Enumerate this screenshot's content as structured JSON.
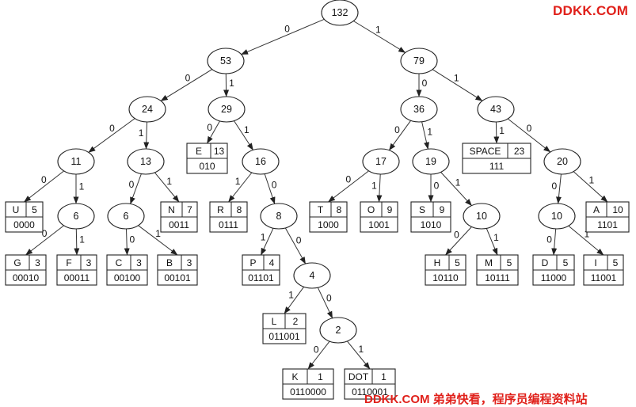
{
  "watermarks": {
    "top": "DDKK.COM",
    "bottom": "DDKK.COM 弟弟快看，程序员编程资料站"
  },
  "tree": {
    "internal_nodes": [
      {
        "id": "n132",
        "label": "132"
      },
      {
        "id": "n53",
        "label": "53"
      },
      {
        "id": "n79",
        "label": "79"
      },
      {
        "id": "n24",
        "label": "24"
      },
      {
        "id": "n29",
        "label": "29"
      },
      {
        "id": "n36",
        "label": "36"
      },
      {
        "id": "n43",
        "label": "43"
      },
      {
        "id": "n11",
        "label": "11"
      },
      {
        "id": "n13",
        "label": "13"
      },
      {
        "id": "n16",
        "label": "16"
      },
      {
        "id": "n17",
        "label": "17"
      },
      {
        "id": "n19",
        "label": "19"
      },
      {
        "id": "n20",
        "label": "20"
      },
      {
        "id": "n6a",
        "label": "6"
      },
      {
        "id": "n6b",
        "label": "6"
      },
      {
        "id": "n8",
        "label": "8"
      },
      {
        "id": "n10a",
        "label": "10"
      },
      {
        "id": "n10b",
        "label": "10"
      },
      {
        "id": "n4",
        "label": "4"
      },
      {
        "id": "n2",
        "label": "2"
      }
    ],
    "leaves": [
      {
        "id": "lU",
        "symbol": "U",
        "weight": "5",
        "code": "0000"
      },
      {
        "id": "lG",
        "symbol": "G",
        "weight": "3",
        "code": "00010"
      },
      {
        "id": "lF",
        "symbol": "F",
        "weight": "3",
        "code": "00011"
      },
      {
        "id": "lC",
        "symbol": "C",
        "weight": "3",
        "code": "00100"
      },
      {
        "id": "lB",
        "symbol": "B",
        "weight": "3",
        "code": "00101"
      },
      {
        "id": "lN",
        "symbol": "N",
        "weight": "7",
        "code": "0011"
      },
      {
        "id": "lE",
        "symbol": "E",
        "weight": "13",
        "code": "010"
      },
      {
        "id": "lR",
        "symbol": "R",
        "weight": "8",
        "code": "0111"
      },
      {
        "id": "lP",
        "symbol": "P",
        "weight": "4",
        "code": "01101"
      },
      {
        "id": "lL",
        "symbol": "L",
        "weight": "2",
        "code": "011001"
      },
      {
        "id": "lK",
        "symbol": "K",
        "weight": "1",
        "code": "0110000"
      },
      {
        "id": "lDOT",
        "symbol": "DOT",
        "weight": "1",
        "code": "0110001"
      },
      {
        "id": "lT",
        "symbol": "T",
        "weight": "8",
        "code": "1000"
      },
      {
        "id": "lO",
        "symbol": "O",
        "weight": "9",
        "code": "1001"
      },
      {
        "id": "lS",
        "symbol": "S",
        "weight": "9",
        "code": "1010"
      },
      {
        "id": "lH",
        "symbol": "H",
        "weight": "5",
        "code": "10110"
      },
      {
        "id": "lM",
        "symbol": "M",
        "weight": "5",
        "code": "10111"
      },
      {
        "id": "lSPACE",
        "symbol": "SPACE",
        "weight": "23",
        "code": "111"
      },
      {
        "id": "lD",
        "symbol": "D",
        "weight": "5",
        "code": "11000"
      },
      {
        "id": "lI",
        "symbol": "I",
        "weight": "5",
        "code": "11001"
      },
      {
        "id": "lA",
        "symbol": "A",
        "weight": "10",
        "code": "1101"
      }
    ],
    "edges": [
      {
        "from": "n132",
        "to": "n53",
        "bit": "0"
      },
      {
        "from": "n132",
        "to": "n79",
        "bit": "1"
      },
      {
        "from": "n53",
        "to": "n24",
        "bit": "0"
      },
      {
        "from": "n53",
        "to": "n29",
        "bit": "1"
      },
      {
        "from": "n24",
        "to": "n11",
        "bit": "0"
      },
      {
        "from": "n24",
        "to": "n13",
        "bit": "1"
      },
      {
        "from": "n11",
        "to": "lU",
        "bit": "0"
      },
      {
        "from": "n11",
        "to": "n6a",
        "bit": "1"
      },
      {
        "from": "n6a",
        "to": "lG",
        "bit": "0"
      },
      {
        "from": "n6a",
        "to": "lF",
        "bit": "1"
      },
      {
        "from": "n13",
        "to": "n6b",
        "bit": "0"
      },
      {
        "from": "n13",
        "to": "lN",
        "bit": "1"
      },
      {
        "from": "n6b",
        "to": "lC",
        "bit": "0"
      },
      {
        "from": "n6b",
        "to": "lB",
        "bit": "1"
      },
      {
        "from": "n29",
        "to": "lE",
        "bit": "0"
      },
      {
        "from": "n29",
        "to": "n16",
        "bit": "1"
      },
      {
        "from": "n16",
        "to": "lR",
        "bit": "1"
      },
      {
        "from": "n16",
        "to": "n8",
        "bit": "0"
      },
      {
        "from": "n8",
        "to": "lP",
        "bit": "1"
      },
      {
        "from": "n8",
        "to": "n4",
        "bit": "0"
      },
      {
        "from": "n4",
        "to": "lL",
        "bit": "1"
      },
      {
        "from": "n4",
        "to": "n2",
        "bit": "0"
      },
      {
        "from": "n2",
        "to": "lK",
        "bit": "0"
      },
      {
        "from": "n2",
        "to": "lDOT",
        "bit": "1"
      },
      {
        "from": "n79",
        "to": "n36",
        "bit": "0"
      },
      {
        "from": "n79",
        "to": "n43",
        "bit": "1"
      },
      {
        "from": "n36",
        "to": "n17",
        "bit": "0"
      },
      {
        "from": "n36",
        "to": "n19",
        "bit": "1"
      },
      {
        "from": "n17",
        "to": "lT",
        "bit": "0"
      },
      {
        "from": "n17",
        "to": "lO",
        "bit": "1"
      },
      {
        "from": "n19",
        "to": "lS",
        "bit": "0"
      },
      {
        "from": "n19",
        "to": "n10a",
        "bit": "1"
      },
      {
        "from": "n10a",
        "to": "lH",
        "bit": "0"
      },
      {
        "from": "n10a",
        "to": "lM",
        "bit": "1"
      },
      {
        "from": "n43",
        "to": "lSPACE",
        "bit": "1"
      },
      {
        "from": "n43",
        "to": "n20",
        "bit": "0"
      },
      {
        "from": "n20",
        "to": "n10b",
        "bit": "0"
      },
      {
        "from": "n20",
        "to": "lA",
        "bit": "1"
      },
      {
        "from": "n10b",
        "to": "lD",
        "bit": "0"
      },
      {
        "from": "n10b",
        "to": "lI",
        "bit": "1"
      }
    ]
  }
}
